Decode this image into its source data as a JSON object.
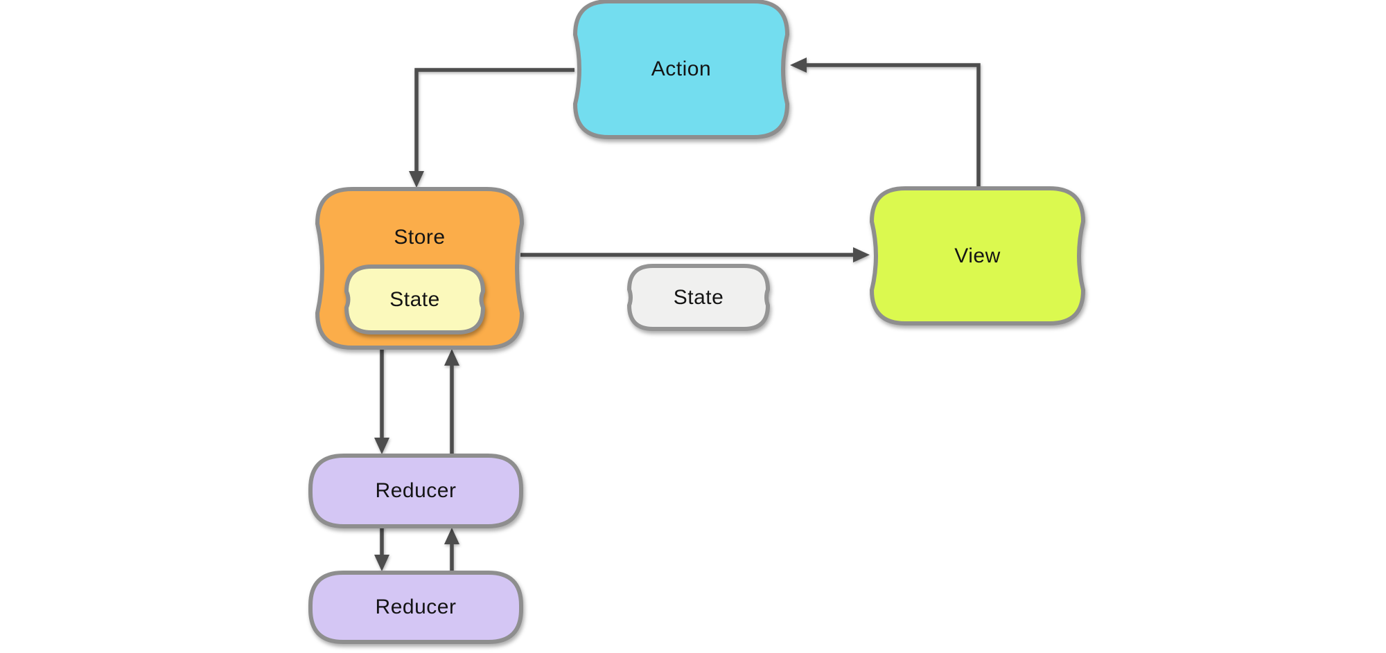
{
  "diagram": {
    "background": "#FFFFFF",
    "edge_color": "#4D4D4D",
    "nodes": {
      "action": {
        "label": "Action",
        "fill": "#73DDEF",
        "stroke": "#8E8E8E"
      },
      "store": {
        "label": "Store",
        "fill": "#FBAD4A",
        "stroke": "#8E8E8E"
      },
      "store_state": {
        "label": "State",
        "fill": "#FBF9BC",
        "stroke": "#8E8E8E"
      },
      "state": {
        "label": "State",
        "fill": "#F0F0EF",
        "stroke": "#949494"
      },
      "view": {
        "label": "View",
        "fill": "#DBF94F",
        "stroke": "#8E8E8E"
      },
      "reducer_top": {
        "label": "Reducer",
        "fill": "#D4C6F4",
        "stroke": "#8E8E8E"
      },
      "reducer_bottom": {
        "label": "Reducer",
        "fill": "#D4C6F4",
        "stroke": "#8E8E8E"
      }
    },
    "edges": [
      {
        "id": "action-to-store",
        "from": "Action",
        "to": "Store"
      },
      {
        "id": "view-to-action",
        "from": "View",
        "to": "Action"
      },
      {
        "id": "store-to-view",
        "from": "Store",
        "to": "View"
      },
      {
        "id": "store-to-reducer",
        "from": "Store",
        "to": "Reducer"
      },
      {
        "id": "reducer-to-store",
        "from": "Reducer",
        "to": "Store"
      },
      {
        "id": "reducer-top-to-bottom",
        "from": "Reducer",
        "to": "Reducer"
      },
      {
        "id": "reducer-bottom-to-top",
        "from": "Reducer",
        "to": "Reducer"
      }
    ]
  }
}
